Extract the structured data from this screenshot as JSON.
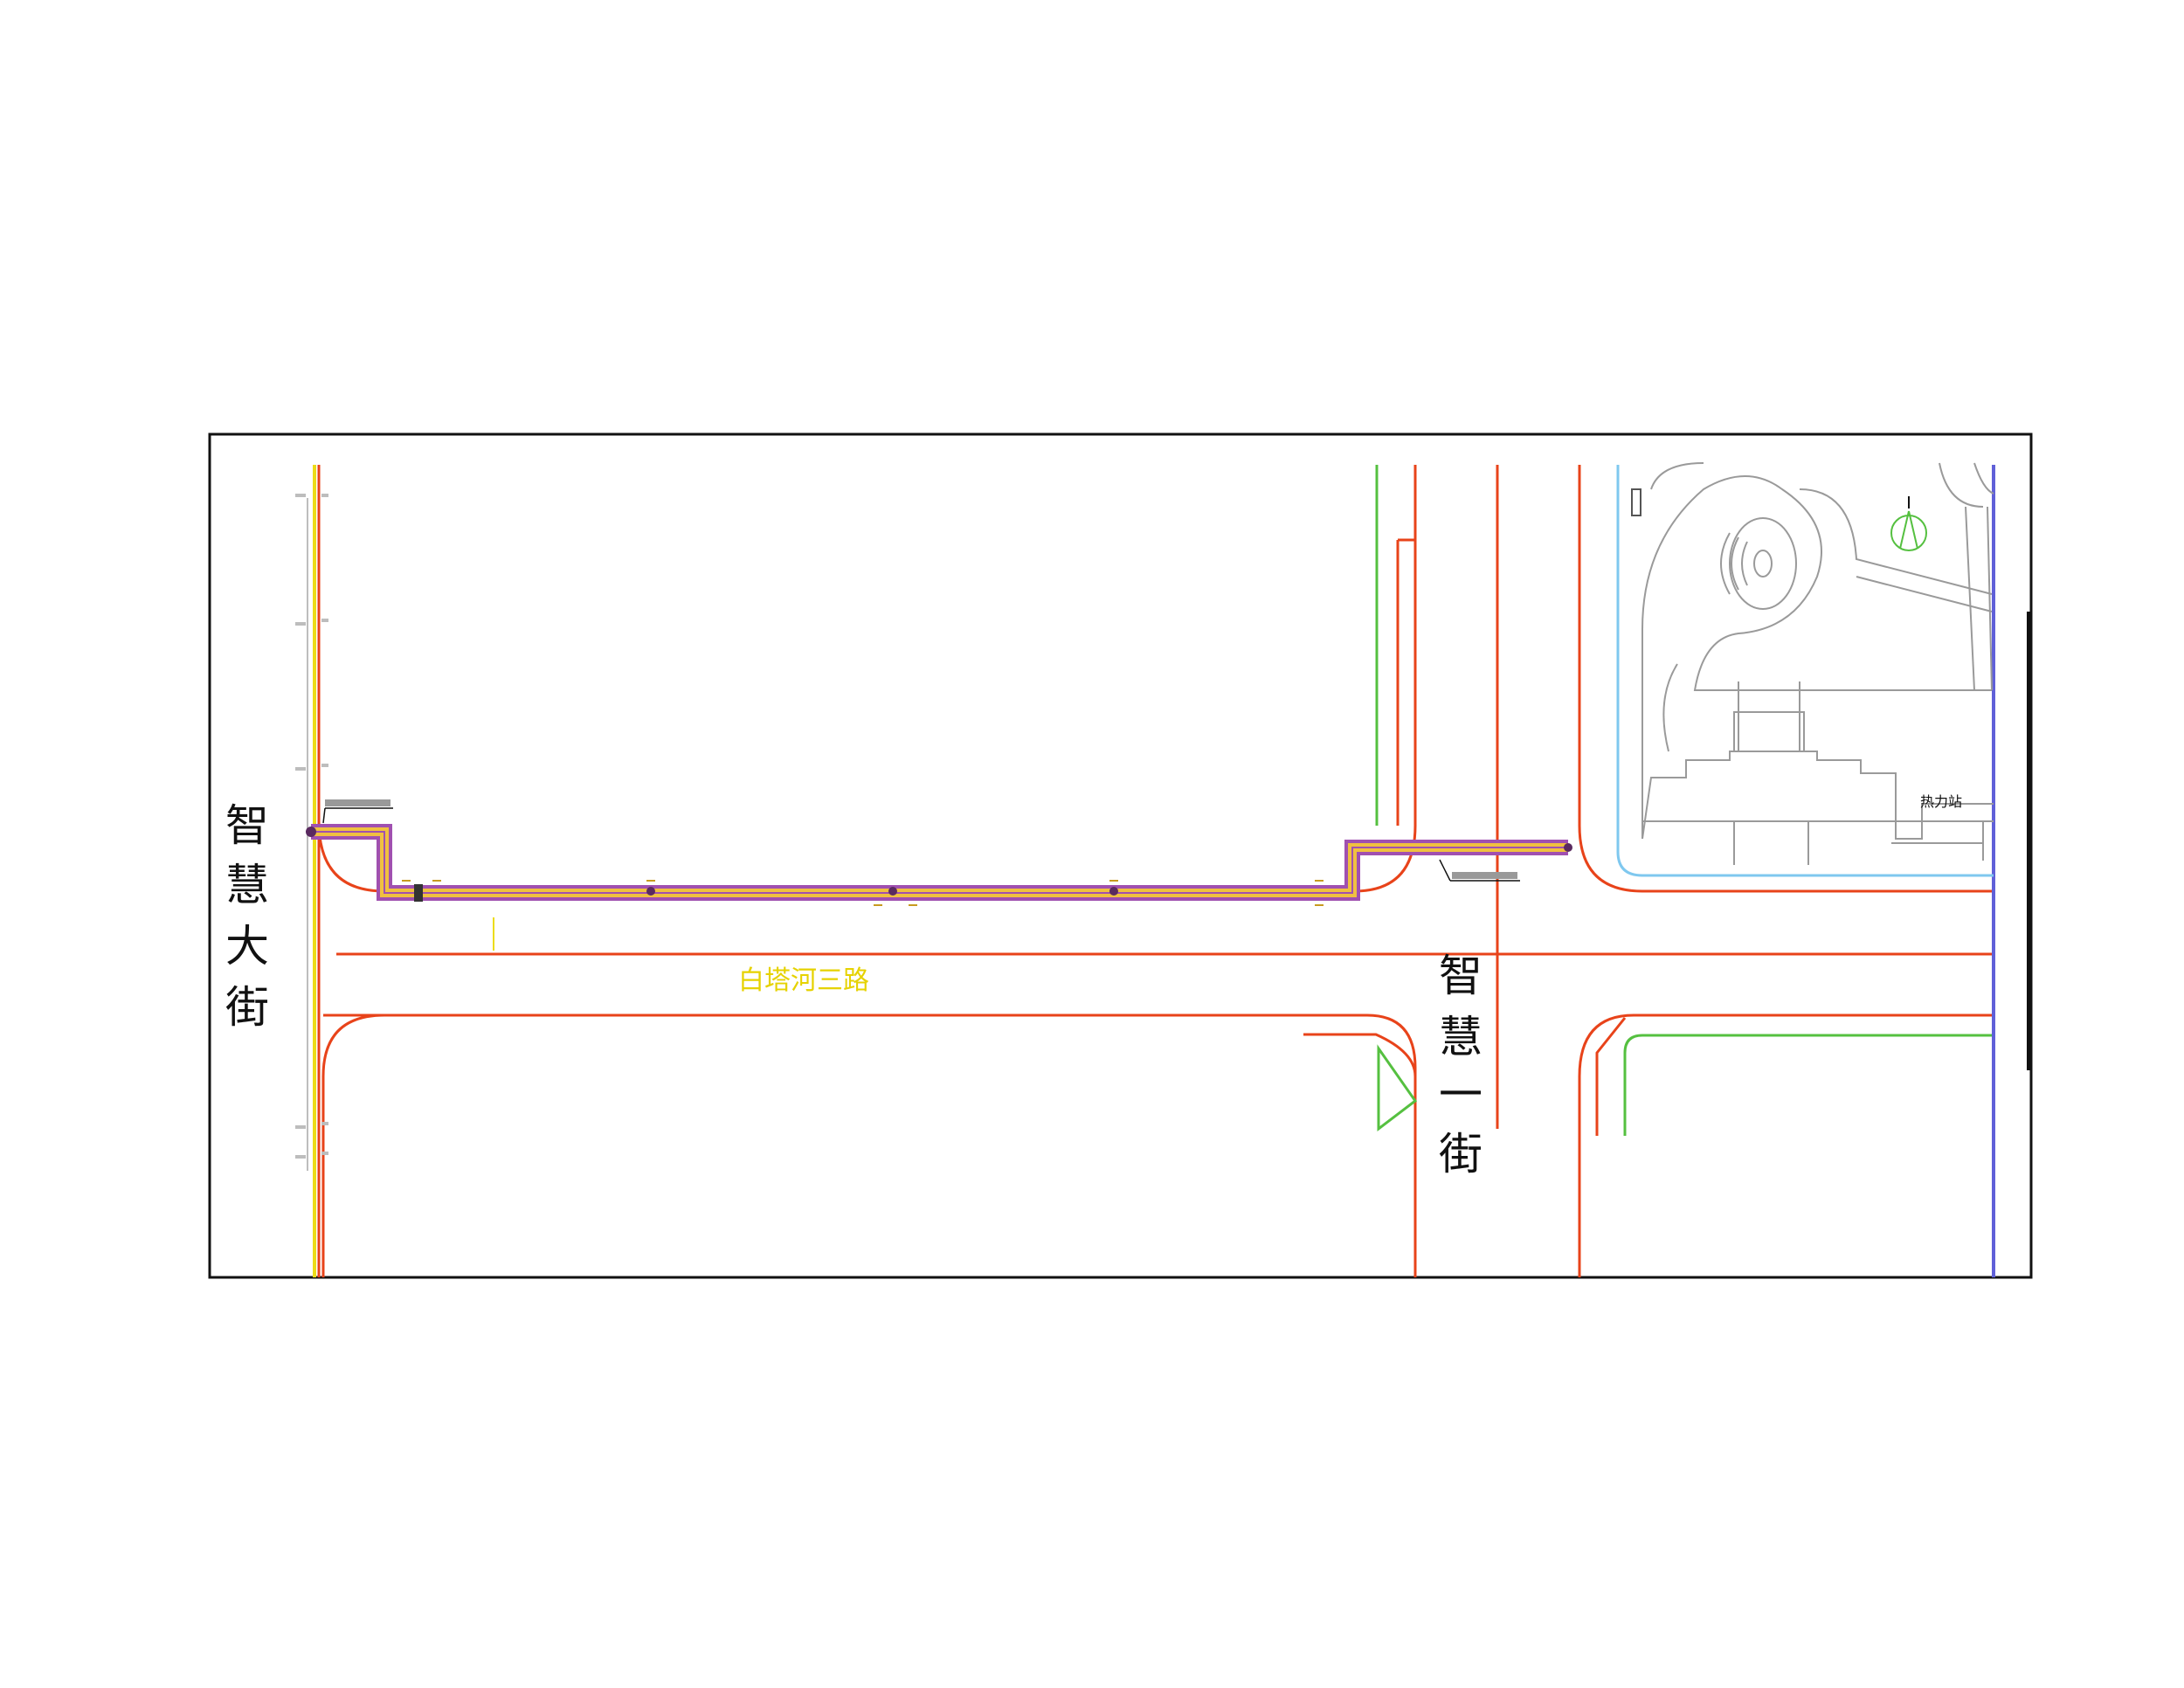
{
  "streets": {
    "west_street": "智慧大街",
    "east_street": "智慧一街",
    "main_road": "白塔河三路"
  },
  "facility": {
    "station_label": "热力站"
  },
  "colors": {
    "background": "#ffffff",
    "frame": "#111111",
    "road_edge": "#e8431a",
    "road_center_yellow": "#ecdc18",
    "green_line": "#55c040",
    "blue_boundary": "#6060d8",
    "pipeline_outer": "#a050b0",
    "pipeline_fill": "#f0c040",
    "site_lines": "#9a9a9a",
    "light_blue": "#7fc8ef"
  },
  "icons": {
    "north_arrow": "north-arrow-icon",
    "pipe_node": "pipe-node-icon"
  }
}
